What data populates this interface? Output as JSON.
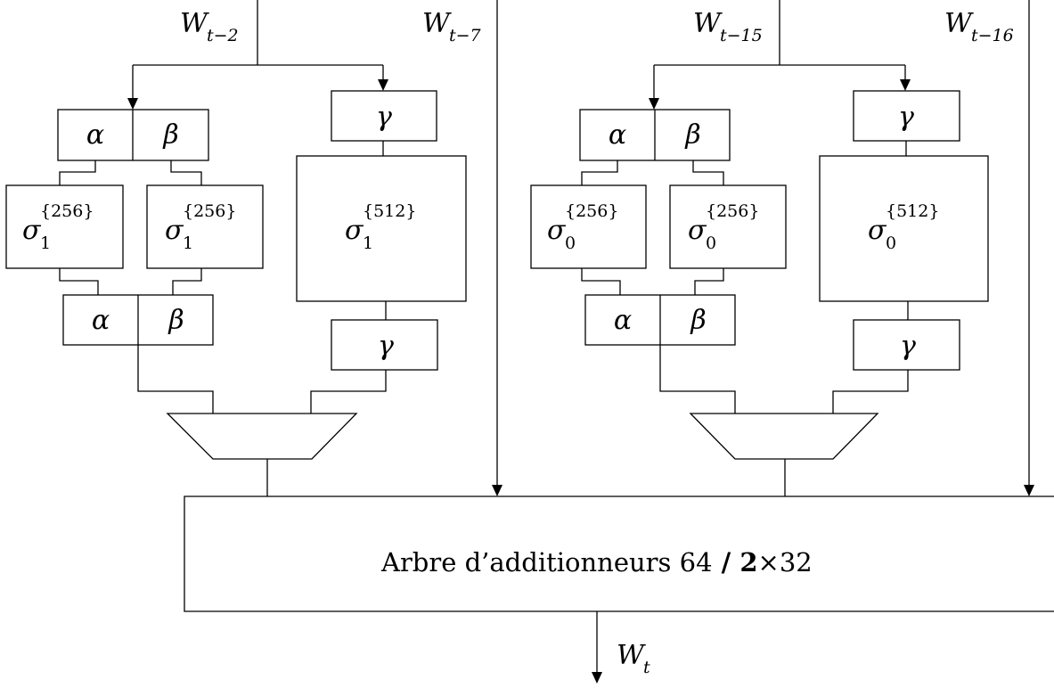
{
  "inputs": {
    "w_t2": {
      "base": "W",
      "sub": "t−2"
    },
    "w_t7": {
      "base": "W",
      "sub": "t−7"
    },
    "w_t15": {
      "base": "W",
      "sub": "t−15"
    },
    "w_t16": {
      "base": "W",
      "sub": "t−16"
    }
  },
  "output": {
    "base": "W",
    "sub": "t"
  },
  "blocks": {
    "alpha": "α",
    "beta": "β",
    "gamma": "γ",
    "sigma": "σ",
    "sigma1_index": "1",
    "sigma0_index": "0",
    "sup_256": "{256}",
    "sup_512": "{512}"
  },
  "adder": {
    "label_text": "Arbre d’additionneurs ",
    "label_num": "64",
    "label_sep": " / ",
    "label_two": "2",
    "label_times": "×",
    "label_32": "32"
  }
}
